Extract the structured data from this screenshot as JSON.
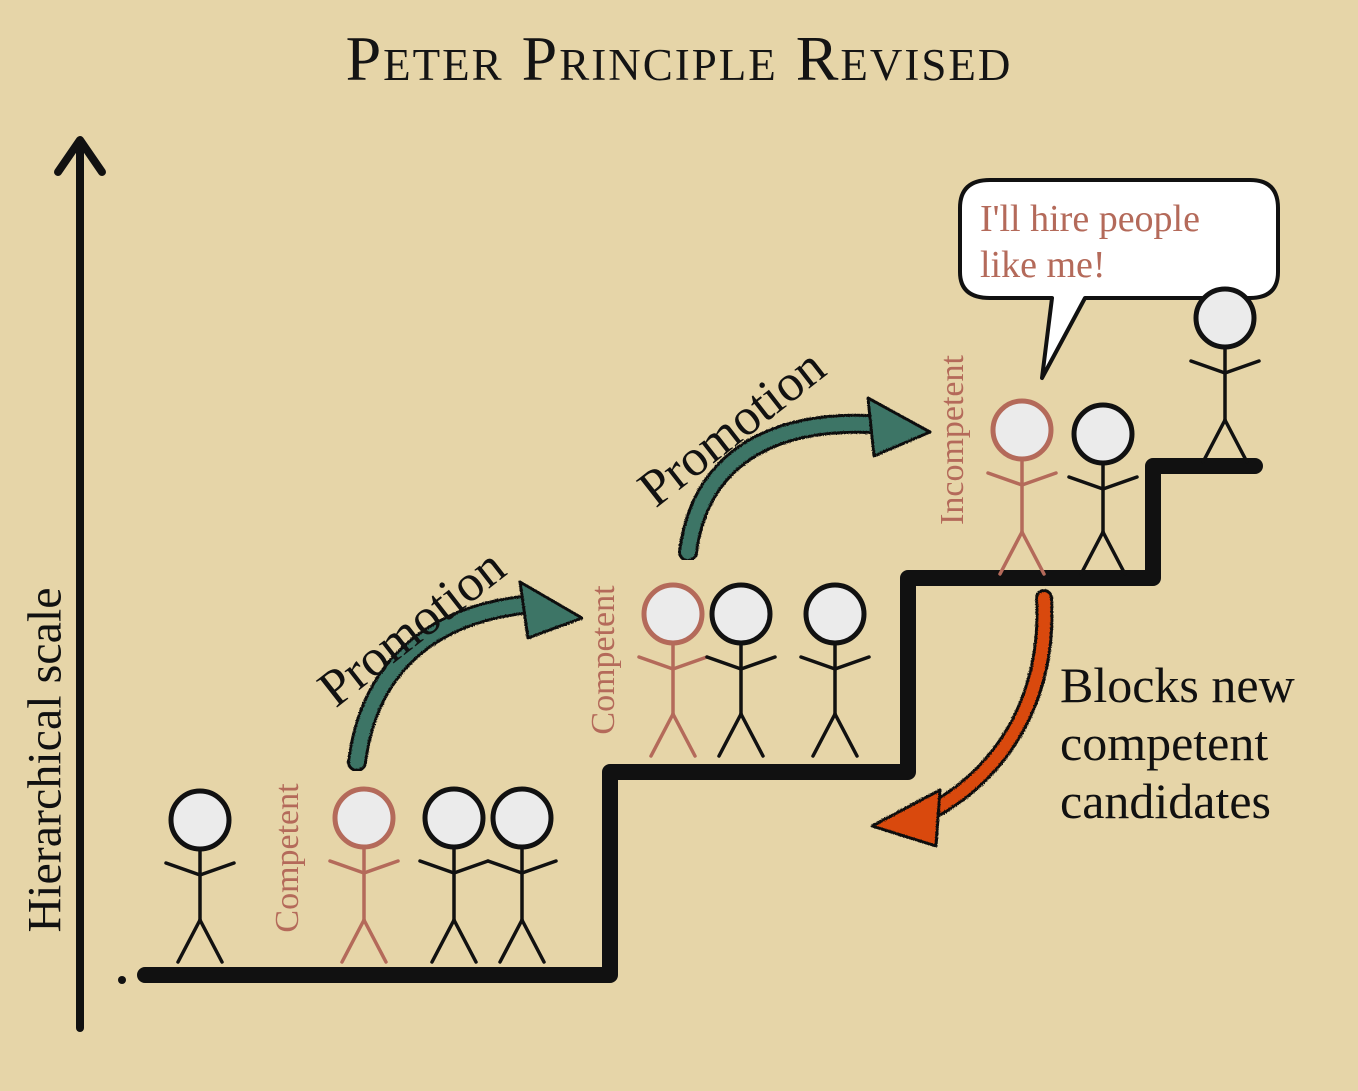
{
  "title": "Peter Principle Revised",
  "axis_label": "Hierarchical scale",
  "labels": {
    "competent_1": "Competent",
    "competent_2": "Competent",
    "incompetent": "Incompetent"
  },
  "promotion_1": "Promotion",
  "promotion_2": "Promotion",
  "speech_bubble": {
    "line1": "I'll hire people",
    "line2": "like me!"
  },
  "blocks_note": {
    "line1": "Blocks new",
    "line2": "competent",
    "line3": "candidates"
  },
  "colors": {
    "background": "#e6d5a8",
    "highlight_person": "#b46a5a",
    "promotion_arrow": "#3e7566",
    "blocks_arrow": "#d9480f",
    "line": "#111111",
    "head_fill": "#ebebeb"
  }
}
